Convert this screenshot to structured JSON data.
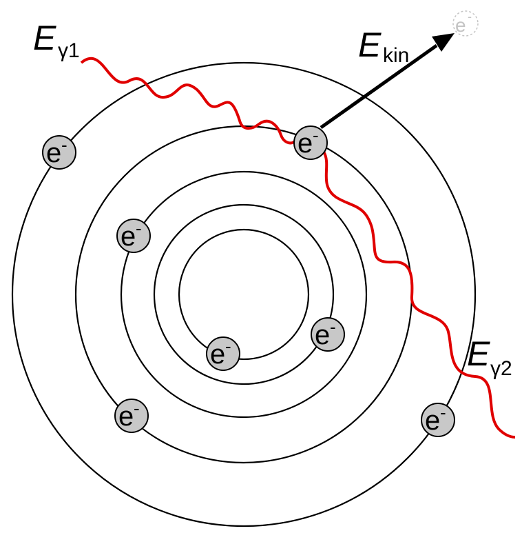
{
  "diagram": {
    "photon_in": {
      "symbol": "E",
      "subscript": "γ1"
    },
    "photon_out": {
      "symbol": "E",
      "subscript": "γ2"
    },
    "kinetic": {
      "symbol": "E",
      "subscript": "kin"
    },
    "electron": {
      "letter": "e",
      "charge": "-"
    },
    "ejected_electron": {
      "letter": "e",
      "charge": "-"
    },
    "colors": {
      "photon": "#e00000",
      "shell": "#000000",
      "electron_fill": "#c8c8c8",
      "ghost": "#c4c4c4",
      "arrow": "#000000"
    }
  }
}
